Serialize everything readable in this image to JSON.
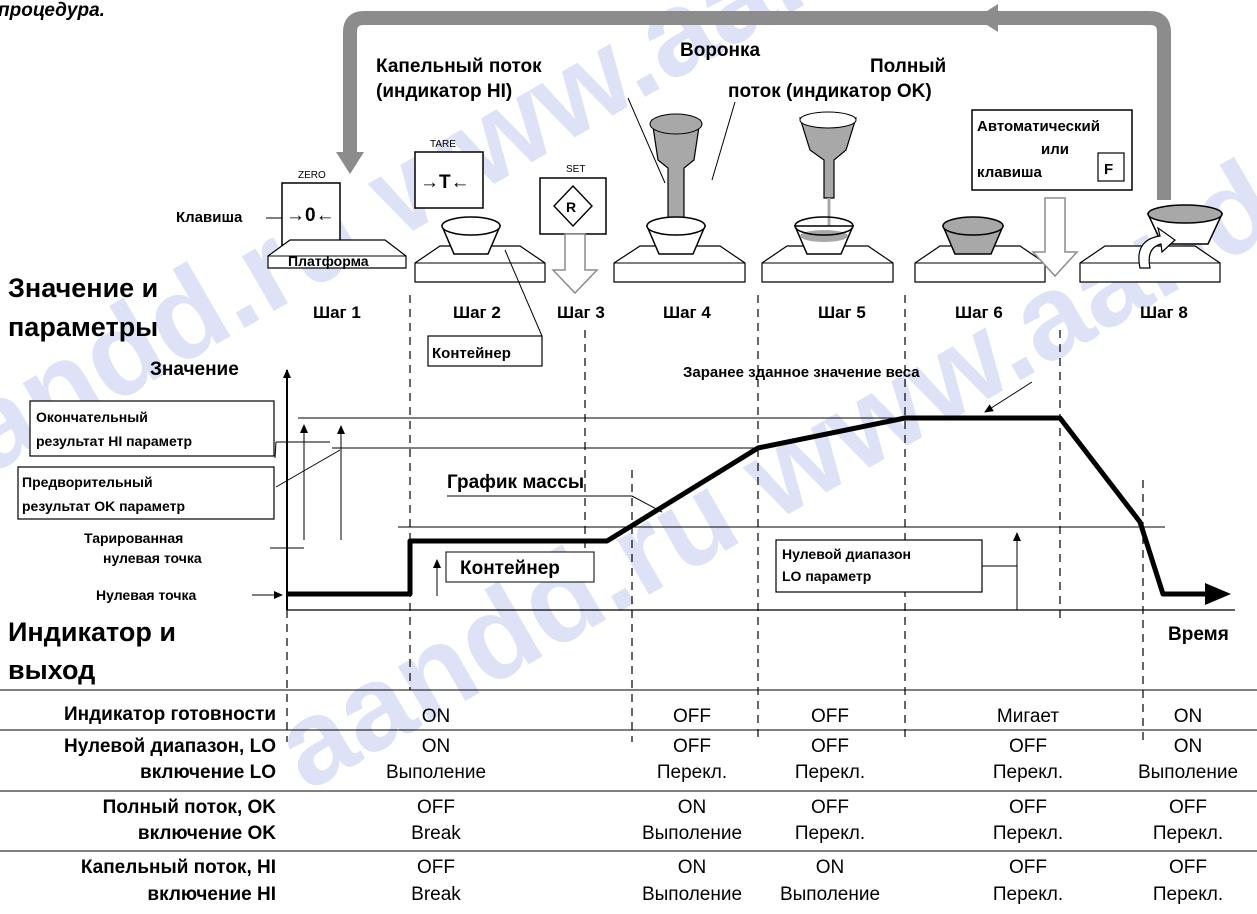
{
  "header_fragment": "процедура.",
  "funnel_label": "Воронка",
  "drip_flow_label": [
    "Капельный поток",
    "(индикатор HI)"
  ],
  "full_flow_label": [
    "Полный",
    "поток (индикатор OK)"
  ],
  "auto_box": {
    "line1": "Автоматический",
    "line2": "или",
    "line3": "клавиша",
    "key": "F"
  },
  "zero_key": {
    "caption": "ZERO",
    "symbol": "→0←",
    "label": "Клавиша"
  },
  "tare_key": {
    "caption": "TARE",
    "symbol": "→T←"
  },
  "set_key": {
    "caption": "SET",
    "symbol": "R"
  },
  "platform_label": "Платформа",
  "steps": [
    "Шаг 1",
    "Шаг 2",
    "Шаг 3",
    "Шаг 4",
    "Шаг 5",
    "Шаг 6",
    "Шаг 8"
  ],
  "container_label": "Контейнер",
  "section_values": [
    "Значение и",
    "параметры"
  ],
  "graph": {
    "y_axis_label": "Значение",
    "x_axis_label": "Время",
    "preset_label": "Заранее зданное значение веса",
    "mass_graph_label": "График массы",
    "container_label": "Контейнер",
    "final_hi": [
      "Окончательный",
      "результат HI параметр"
    ],
    "prelim_ok": [
      "Предворительный",
      "результат OK параметр"
    ],
    "tared_zero": [
      "Тарированная",
      "нулевая точка"
    ],
    "zero_point": "Нулевая точка",
    "zero_band": [
      "Нулевой диапазон",
      "LO параметр"
    ]
  },
  "section_indicators": [
    "Индикатор и",
    "выход"
  ],
  "table": {
    "rows": [
      {
        "label": [
          "Индикатор готовности"
        ],
        "cells": [
          [
            "ON"
          ],
          [
            "OFF"
          ],
          [
            "OFF"
          ],
          [
            "Мигает"
          ],
          [
            "ON"
          ]
        ]
      },
      {
        "label": [
          "Нулевой диапазон, LO",
          "включение LO"
        ],
        "cells": [
          [
            "ON",
            "Выполение"
          ],
          [
            "OFF",
            "Перекл."
          ],
          [
            "OFF",
            "Перекл."
          ],
          [
            "OFF",
            "Перекл."
          ],
          [
            "ON",
            "Выполение"
          ]
        ]
      },
      {
        "label": [
          "Полный поток, OK",
          "включение OK"
        ],
        "cells": [
          [
            "OFF",
            "Break"
          ],
          [
            "ON",
            "Выполение"
          ],
          [
            "OFF",
            "Перекл."
          ],
          [
            "OFF",
            "Перекл."
          ],
          [
            "OFF",
            "Перекл."
          ]
        ]
      },
      {
        "label": [
          "Капельный поток, HI",
          "включение HI"
        ],
        "cells": [
          [
            "OFF",
            "Break"
          ],
          [
            "ON",
            "Выполение"
          ],
          [
            "ON",
            "Выполение"
          ],
          [
            "OFF",
            "Перекл."
          ],
          [
            "OFF",
            "Перекл."
          ]
        ]
      }
    ]
  },
  "watermark": "aandd.ru www.aandd.ru",
  "colors": {
    "arrow_gray": "#8c8c8c",
    "material": "#a8a8a8",
    "line": "#000000"
  }
}
